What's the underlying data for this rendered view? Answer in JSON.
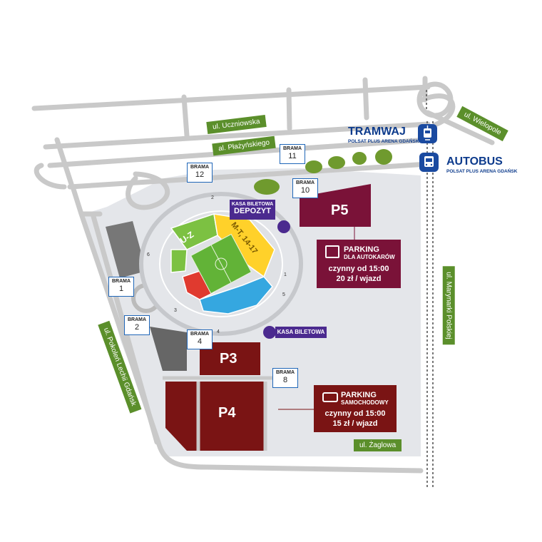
{
  "streets": {
    "uczniowska": "ul. Uczniowska",
    "plazynskiego": "al. Płażyńskiego",
    "wielopole": "ul. Wielopole",
    "maryanki": "ul. Marynarki Polskiej",
    "pokolen": "ul. Pokoleń Lechii Gdańsk",
    "zaglowa": "ul. Żaglowa"
  },
  "gates": {
    "word": "BRAMA",
    "g1": "1",
    "g2": "2",
    "g4": "4",
    "g8": "8",
    "g10": "10",
    "g11": "11",
    "g12": "12"
  },
  "transit": {
    "tram_title": "TRAMWAJ",
    "tram_sub": "POLSAT PLUS ARENA GDAŃSK",
    "bus_title": "AUTOBUS",
    "bus_sub": "POLSAT PLUS ARENA GDAŃSK"
  },
  "tickets": {
    "kasa_depozyt_line1": "KASA BILETOWA",
    "kasa_depozyt_line2": "DEPOZYT",
    "kasa_biletowa": "KASA BILETOWA"
  },
  "parking": {
    "p3": "P3",
    "p4": "P4",
    "p5": "P5",
    "coach_title": "PARKING",
    "coach_sub": "DLA AUTOKARÓW",
    "coach_hours": "czynny od 15:00",
    "coach_price": "20 zł / wjazd",
    "car_title": "PARKING",
    "car_sub": "SAMOCHODOWY",
    "car_hours": "czynny od 15:00",
    "car_price": "15 zł / wjazd"
  },
  "stadium": {
    "sector_uz": "U-Z",
    "sector_mt": "M-T, 14-17",
    "num_1": "1",
    "num_2": "2",
    "num_3": "3",
    "num_4": "4",
    "num_5": "5",
    "num_6": "6"
  },
  "colors": {
    "road": "#c9c9c9",
    "plaza": "#e4e6ea",
    "parking_dark": "#7a1414",
    "parking_p5": "#7a1238",
    "green_label": "#5b8f2b",
    "tree": "#6f9a2e",
    "gate_border": "#1f66b8",
    "transit_blue": "#0d3b8c",
    "ticket_purple": "#4b2a8f",
    "pitch": "#62b337",
    "sector_green": "#7cc142",
    "sector_yellow": "#ffd12a",
    "sector_blue": "#35a7e0",
    "sector_red": "#e03a2f"
  }
}
